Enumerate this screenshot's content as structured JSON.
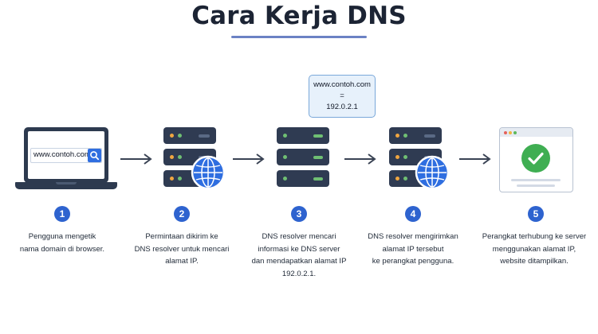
{
  "title": "Cara Kerja DNS",
  "laptop": {
    "search_text": "www.contoh.com"
  },
  "callout": {
    "line1": "www.contoh.com",
    "line2": "=",
    "line3": "192.0.2.1"
  },
  "colors": {
    "server": "#2f3b52",
    "globe": "#2f6ee0",
    "badge": "#2e63cf",
    "check": "#3fae52",
    "callout_fill": "#e7f1fb",
    "callout_border": "#7aa8da"
  },
  "icons": [
    "laptop-icon",
    "search-icon",
    "server-icon",
    "globe-icon",
    "speech-bubble",
    "arrow-right-icon",
    "browser-window-icon",
    "checkmark-icon"
  ],
  "steps": [
    {
      "number": "1",
      "lines": [
        "Pengguna mengetik",
        "nama domain di browser."
      ]
    },
    {
      "number": "2",
      "lines": [
        "Permintaan dikirim ke",
        "DNS resolver untuk mencari",
        "alamat IP."
      ]
    },
    {
      "number": "3",
      "lines": [
        "DNS resolver mencari",
        "informasi ke DNS server",
        "dan mendapatkan alamat IP",
        "192.0.2.1."
      ]
    },
    {
      "number": "4",
      "lines": [
        "DNS resolver mengirimkan",
        "alamat IP tersebut",
        "ke perangkat pengguna."
      ]
    },
    {
      "number": "5",
      "lines": [
        "Perangkat terhubung ke server",
        "menggunakan alamat IP,",
        "website ditampilkan."
      ]
    }
  ]
}
